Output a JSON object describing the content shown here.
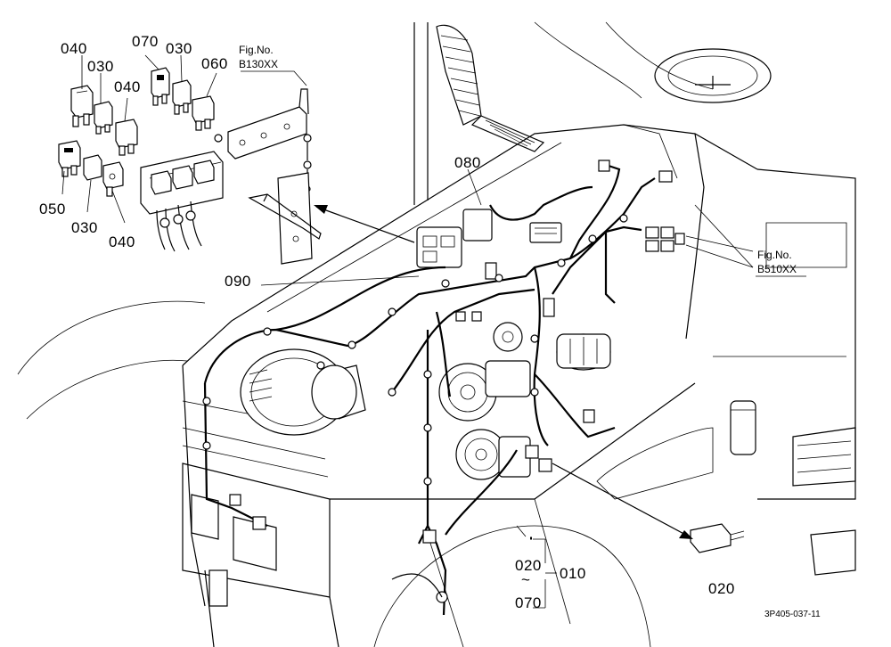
{
  "labels": {
    "p040a": "040",
    "p030a": "030",
    "p070a": "070",
    "p030b": "030",
    "p060": "060",
    "p040b": "040",
    "p050": "050",
    "p030c": "030",
    "p040c": "040",
    "p080": "080",
    "p090": "090",
    "p020_top": "020",
    "p070_bottom": "070",
    "p010": "010",
    "p020_right": "020",
    "tilde": "~"
  },
  "figrefs": {
    "fig1_title": "Fig.No.",
    "fig1_code": "B130XX",
    "fig2_title": "Fig.No.",
    "fig2_code": "B510XX"
  },
  "drawing_code": "3P405-037-11"
}
